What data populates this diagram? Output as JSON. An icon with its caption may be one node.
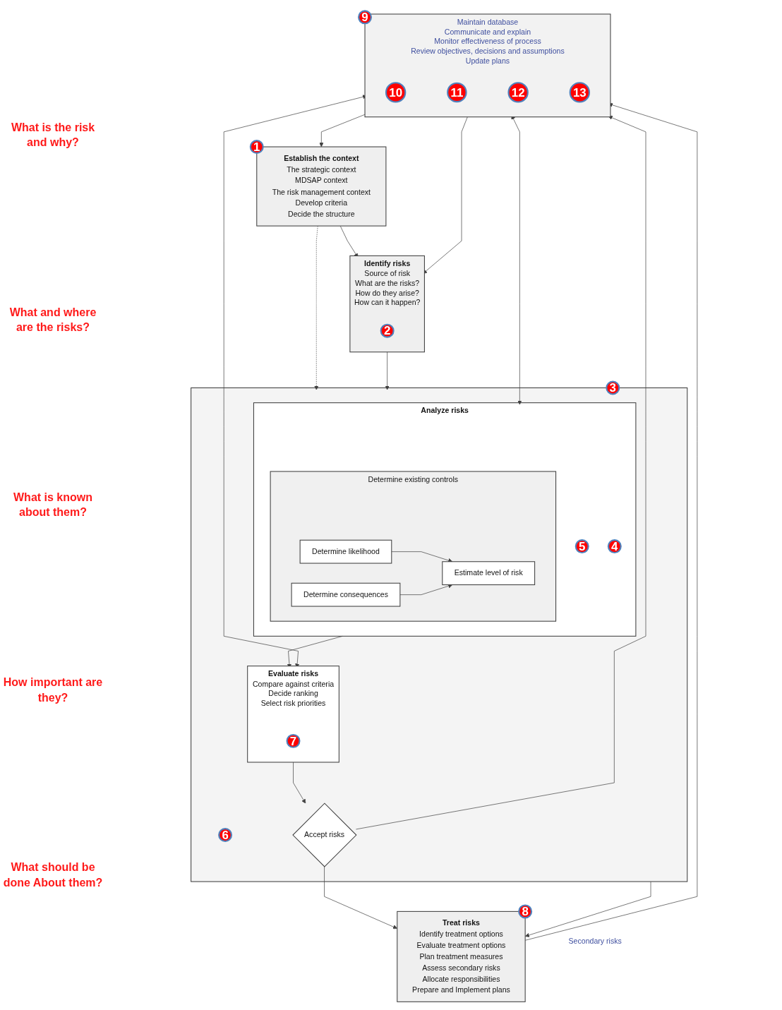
{
  "diagram": {
    "nodes": [
      {
        "text": [
          "Establish the context",
          "The strategic context",
          "MDSAP context",
          "The risk management context",
          "Develop criteria",
          "Decide the structure"
        ]
      },
      {
        "text": [
          "1"
        ]
      },
      {
        "text": [
          "Identify risks",
          "Source of risk",
          "What are the risks?",
          "How do they arise?",
          "How can it happen?"
        ]
      },
      {
        "text": [
          "2"
        ],
        "in": 2
      },
      {
        "text": [
          "Maintain database",
          "Communicate and explain",
          "Monitor effectiveness of process",
          "Review objectives, decisions and assumptions",
          "Update plans"
        ]
      },
      {
        "text": [
          "9"
        ]
      },
      {
        "text": [],
        "shape": "box"
      },
      {
        "text": [
          "3"
        ]
      },
      {
        "text": [
          "Analyze risks"
        ],
        "in": 6
      },
      {
        "text": [
          "Determine existing controls"
        ],
        "in": 8
      },
      {
        "text": [
          "10"
        ],
        "in": 4
      },
      {
        "text": [
          "5"
        ],
        "in": 8
      },
      {
        "text": [
          "4"
        ],
        "in": 8
      },
      {
        "text": [
          "Determine likelihood"
        ],
        "in": 9
      },
      {
        "text": [
          "Determine consequences"
        ],
        "in": 9
      },
      {
        "text": [
          "Estimate level of risk"
        ],
        "in": 9
      },
      {
        "text": [
          "6"
        ],
        "in": 6
      },
      {
        "text": [
          "11"
        ],
        "in": 4
      },
      {
        "text": [
          "Evaluate risks",
          "Compare against criteria",
          "Decide ranking",
          "Select risk priorities"
        ],
        "in": 6
      },
      {
        "text": [
          "7"
        ],
        "in": 18
      },
      {
        "text": [
          "12"
        ],
        "in": 4
      },
      {
        "text": [
          "Accept risks"
        ],
        "in": 6
      },
      {
        "text": [
          "13"
        ],
        "in": 4
      },
      {
        "text": [
          "Treat risks",
          "Identify treatment options",
          "Evaluate treatment options",
          "Plan treatment measures",
          "Assess secondary risks",
          "Allocate responsibilities",
          "Prepare and Implement plans"
        ]
      },
      {
        "text": [
          "8"
        ]
      }
    ],
    "edges": [
      {
        "from": 0,
        "to": 2,
        "arrow": "to"
      },
      {
        "from": 4,
        "to": 0,
        "arrow": "to"
      },
      {
        "from": 4,
        "to": 2,
        "arrow": "to"
      },
      {
        "from": 0,
        "to": 6,
        "arrow": "to",
        "style": "dashed"
      },
      {
        "from": 2,
        "to": 6,
        "arrow": "to"
      },
      {
        "from": 6,
        "to": 23,
        "arrow": "to",
        "label": "Secondary risks"
      },
      {
        "from": 13,
        "to": 15,
        "arrow": "to"
      },
      {
        "from": 14,
        "to": 15,
        "arrow": "to"
      },
      {
        "from": 8,
        "to": 4,
        "arrow": "both"
      },
      {
        "from": 8,
        "to": 18,
        "arrow": "to"
      },
      {
        "from": 18,
        "to": 4,
        "arrow": "both"
      },
      {
        "from": 18,
        "to": 21,
        "arrow": "to"
      },
      {
        "from": 21,
        "to": 4,
        "arrow": "to"
      },
      {
        "from": 21,
        "to": 23,
        "arrow": "to"
      },
      {
        "from": 23,
        "to": 4,
        "arrow": "to"
      }
    ],
    "labels": [
      "What is the risk and why?",
      "What and where are the risks?",
      "What is known about them?",
      "How important are they?",
      "What should be done About them?"
    ]
  }
}
